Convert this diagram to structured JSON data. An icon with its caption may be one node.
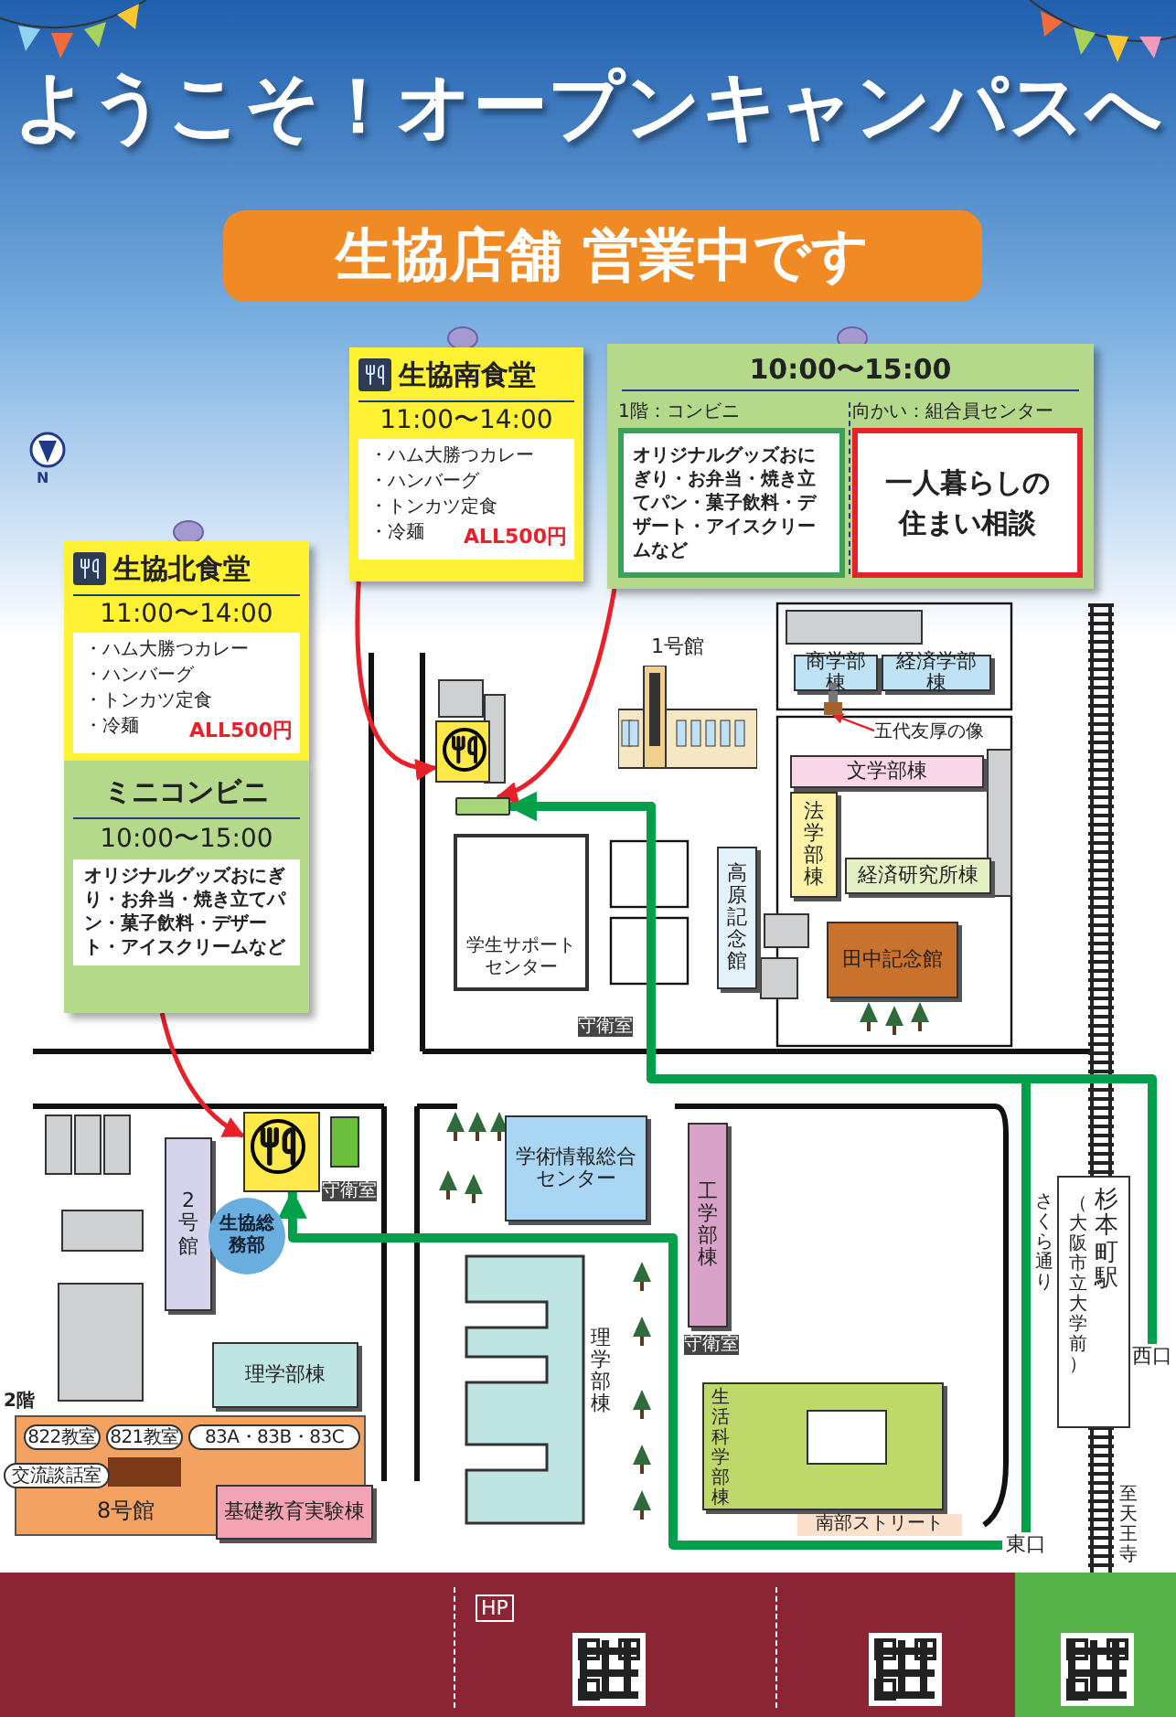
{
  "diagram": {
    "title": "ようこそ！オープンキャンパスへ",
    "nodes": [
      {
        "text": [
          "生協店舗 営業中です"
        ]
      },
      {
        "text": [
          "生協南食堂",
          "11:00〜14:00",
          "・ハム大勝つカレー",
          "・ハンバーグ",
          "・トンカツ定食",
          "・冷麺",
          "ALL500円"
        ]
      },
      {
        "text": [
          "10:00〜15:00"
        ]
      },
      {
        "text": [
          "1階：コンビニ",
          "オリジナルグッズおにぎり・お弁当・焼き立てパン・菓子飲料・デザート・アイスクリームなど"
        ],
        "in": 2
      },
      {
        "text": [
          "向かい：組合員センター",
          "一人暮らしの住まい相談"
        ],
        "in": 2
      },
      {
        "text": [
          "生協北食堂",
          "11:00〜14:00",
          "・ハム大勝つカレー",
          "・ハンバーグ",
          "・トンカツ定食",
          "・冷麺",
          "ALL500円"
        ]
      },
      {
        "text": [
          "ミニコンビニ",
          "10:00〜15:00",
          "オリジナルグッズおにぎり・お弁当・焼き立てパン・菓子飲料・デザート・アイスクリームなど"
        ]
      },
      {
        "text": [],
        "shape": "bar"
      },
      {
        "text": [],
        "shape": "box"
      },
      {
        "text": [],
        "shape": "box"
      },
      {
        "text": [
          "1号館"
        ]
      },
      {
        "text": [
          "商学部棟"
        ]
      },
      {
        "text": [
          "経済学部棟"
        ]
      },
      {
        "text": [],
        "shape": "picture"
      },
      {
        "text": [
          "五代友厚の像"
        ]
      },
      {
        "text": [
          "文学部棟"
        ]
      },
      {
        "text": [
          "法学部棟"
        ]
      },
      {
        "text": [
          "経済研究所棟"
        ]
      },
      {
        "text": [
          "高原記念館"
        ]
      },
      {
        "text": [
          "田中記念館"
        ]
      },
      {
        "text": [
          "学生サポートセンター"
        ]
      },
      {
        "text": [
          "学術情報総合センター"
        ]
      },
      {
        "text": [
          "2号館"
        ]
      },
      {
        "text": [
          "生協総務部"
        ]
      },
      {
        "text": [
          "理学部棟"
        ]
      },
      {
        "text": [
          "理学部棟"
        ]
      },
      {
        "text": [
          "工学部棟"
        ]
      },
      {
        "text": [
          "生活科学部棟"
        ]
      },
      {
        "text": [
          "8号館"
        ]
      },
      {
        "text": [
          "822教室"
        ],
        "in": 28
      },
      {
        "text": [
          "821教室"
        ],
        "in": 28
      },
      {
        "text": [
          "83A・83B・83C"
        ],
        "in": 28
      },
      {
        "text": [
          "交流談話室"
        ]
      },
      {
        "text": [
          "基礎教育実験棟"
        ]
      },
      {
        "text": [
          "（大阪市立大学前）",
          "杉本町駅"
        ]
      },
      {
        "text": [
          "西口"
        ]
      },
      {
        "text": [
          "東口"
        ]
      }
    ],
    "edges": [
      {
        "from": 1,
        "to": 9,
        "arrow": "to"
      },
      {
        "from": 2,
        "to": 7,
        "arrow": "to"
      },
      {
        "from": 6,
        "to": 8,
        "arrow": "to"
      },
      {
        "from": 14,
        "to": 13,
        "arrow": "to"
      },
      {
        "from": 35,
        "to": 7,
        "arrow": "to",
        "style": "thick",
        "color": "#00a04a"
      },
      {
        "from": 36,
        "to": 8,
        "arrow": "to",
        "style": "thick",
        "color": "#00a04a"
      },
      {
        "from": 36,
        "to": 7,
        "arrow": "to",
        "style": "thick",
        "color": "#00a04a"
      }
    ],
    "labels": [
      "N",
      "守衛室",
      "守衛室",
      "さくら通り",
      "守衛室",
      "2階",
      "至天王寺",
      "南部ストリート",
      "HP"
    ]
  }
}
